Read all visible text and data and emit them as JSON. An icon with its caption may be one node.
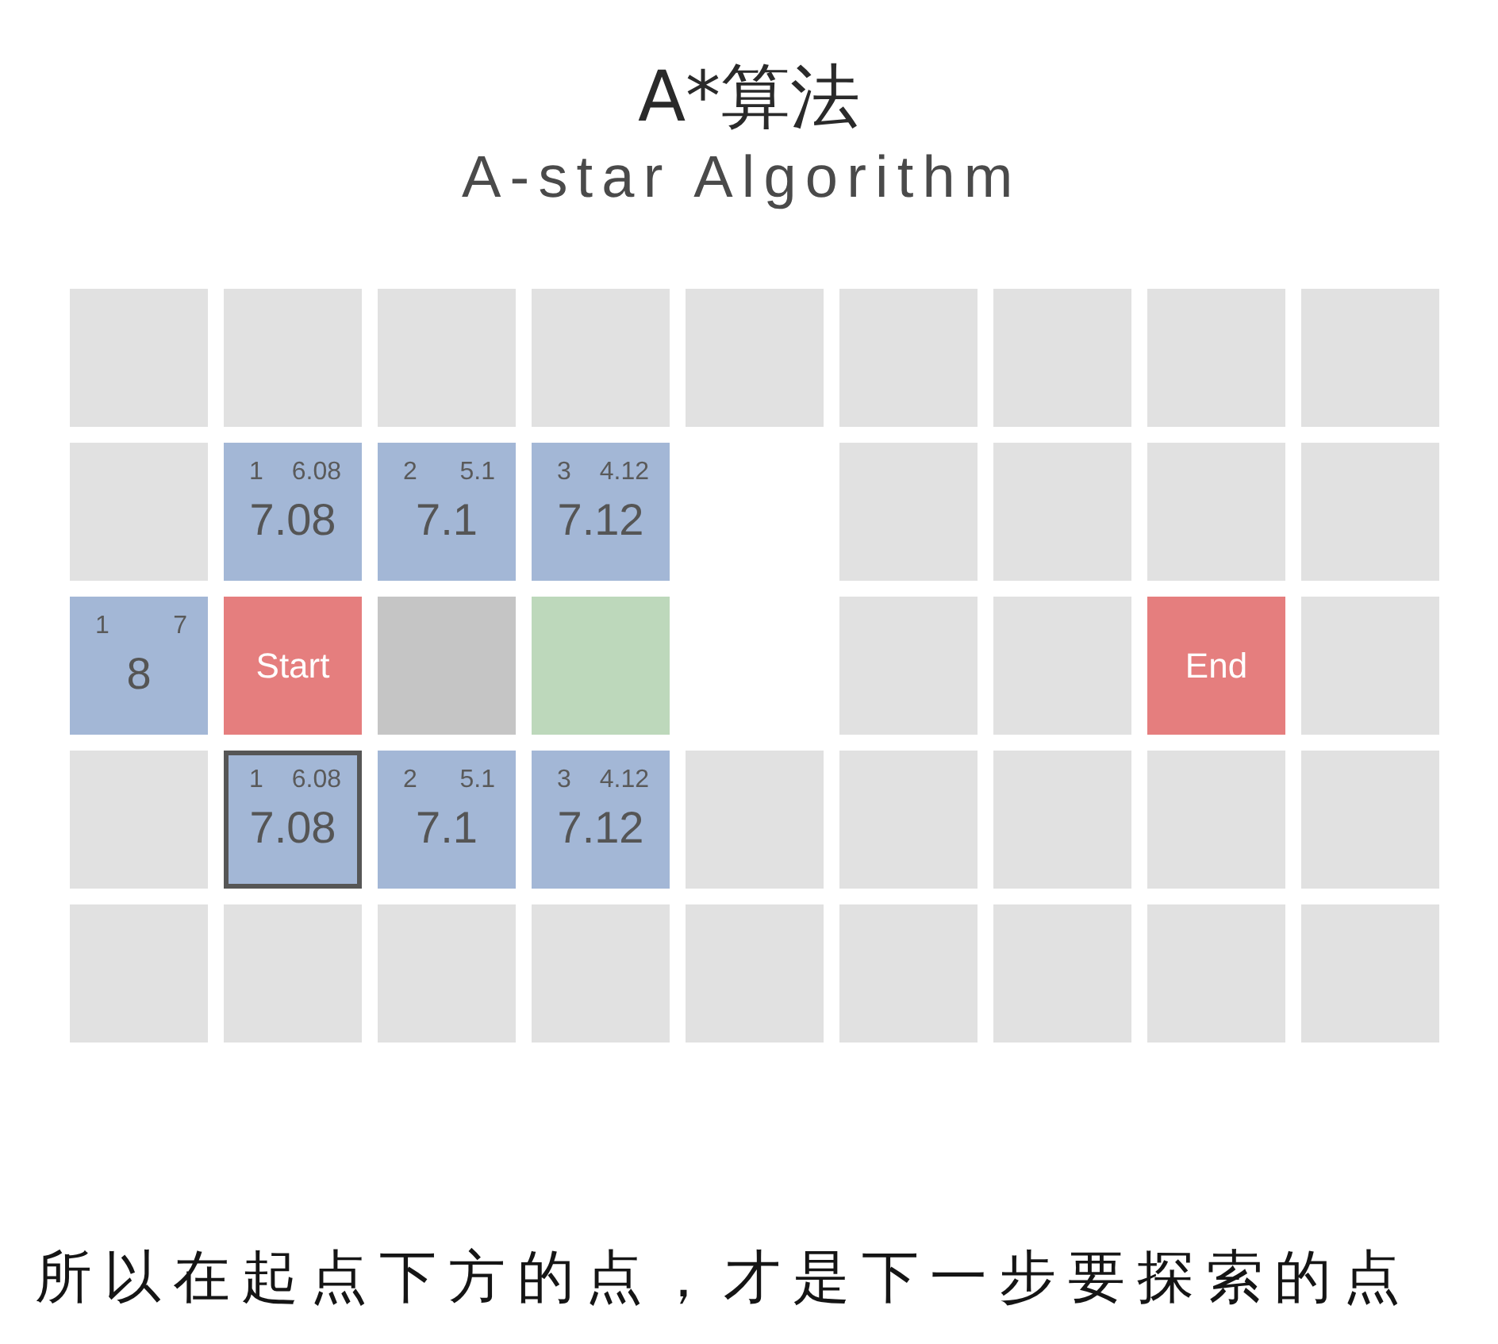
{
  "diagram": {
    "title": "A*算法",
    "caption": "所以在起点下方的点，才是下一步要探索的点",
    "labels": [
      "A-star Algorithm"
    ],
    "nodes": [
      {
        "text": [],
        "shape": "box"
      },
      {
        "text": [],
        "shape": "box"
      },
      {
        "text": [],
        "shape": "box"
      },
      {
        "text": [],
        "shape": "box"
      },
      {
        "text": [],
        "shape": "box"
      },
      {
        "text": [],
        "shape": "box"
      },
      {
        "text": [],
        "shape": "box"
      },
      {
        "text": [],
        "shape": "box"
      },
      {
        "text": [],
        "shape": "box"
      },
      {
        "text": [],
        "shape": "box"
      },
      {
        "text": [
          "1",
          "6.08",
          "7.08"
        ]
      },
      {
        "text": [
          "2",
          "5.1",
          "7.1"
        ]
      },
      {
        "text": [
          "3",
          "4.12",
          "7.12"
        ]
      },
      {
        "text": [],
        "shape": "box"
      },
      {
        "text": [],
        "shape": "box"
      },
      {
        "text": [],
        "shape": "box"
      },
      {
        "text": [],
        "shape": "box"
      },
      {
        "text": [
          "1",
          "7",
          "8"
        ]
      },
      {
        "text": [
          "Start"
        ]
      },
      {
        "text": [],
        "shape": "box"
      },
      {
        "text": [],
        "shape": "box"
      },
      {
        "text": [],
        "shape": "box"
      },
      {
        "text": [],
        "shape": "box"
      },
      {
        "text": [
          "End"
        ]
      },
      {
        "text": [],
        "shape": "box"
      },
      {
        "text": [],
        "shape": "box"
      },
      {
        "text": [
          "1",
          "6.08",
          "7.08"
        ]
      },
      {
        "text": [
          "2",
          "5.1",
          "7.1"
        ]
      },
      {
        "text": [
          "3",
          "4.12",
          "7.12"
        ]
      },
      {
        "text": [],
        "shape": "box"
      },
      {
        "text": [],
        "shape": "box"
      },
      {
        "text": [],
        "shape": "box"
      },
      {
        "text": [],
        "shape": "box"
      },
      {
        "text": [],
        "shape": "box"
      },
      {
        "text": [],
        "shape": "box"
      },
      {
        "text": [],
        "shape": "box"
      },
      {
        "text": [],
        "shape": "box"
      },
      {
        "text": [],
        "shape": "box"
      },
      {
        "text": [],
        "shape": "box"
      },
      {
        "text": [],
        "shape": "box"
      },
      {
        "text": [],
        "shape": "box"
      },
      {
        "text": [],
        "shape": "box"
      },
      {
        "text": [],
        "shape": "box"
      }
    ]
  }
}
